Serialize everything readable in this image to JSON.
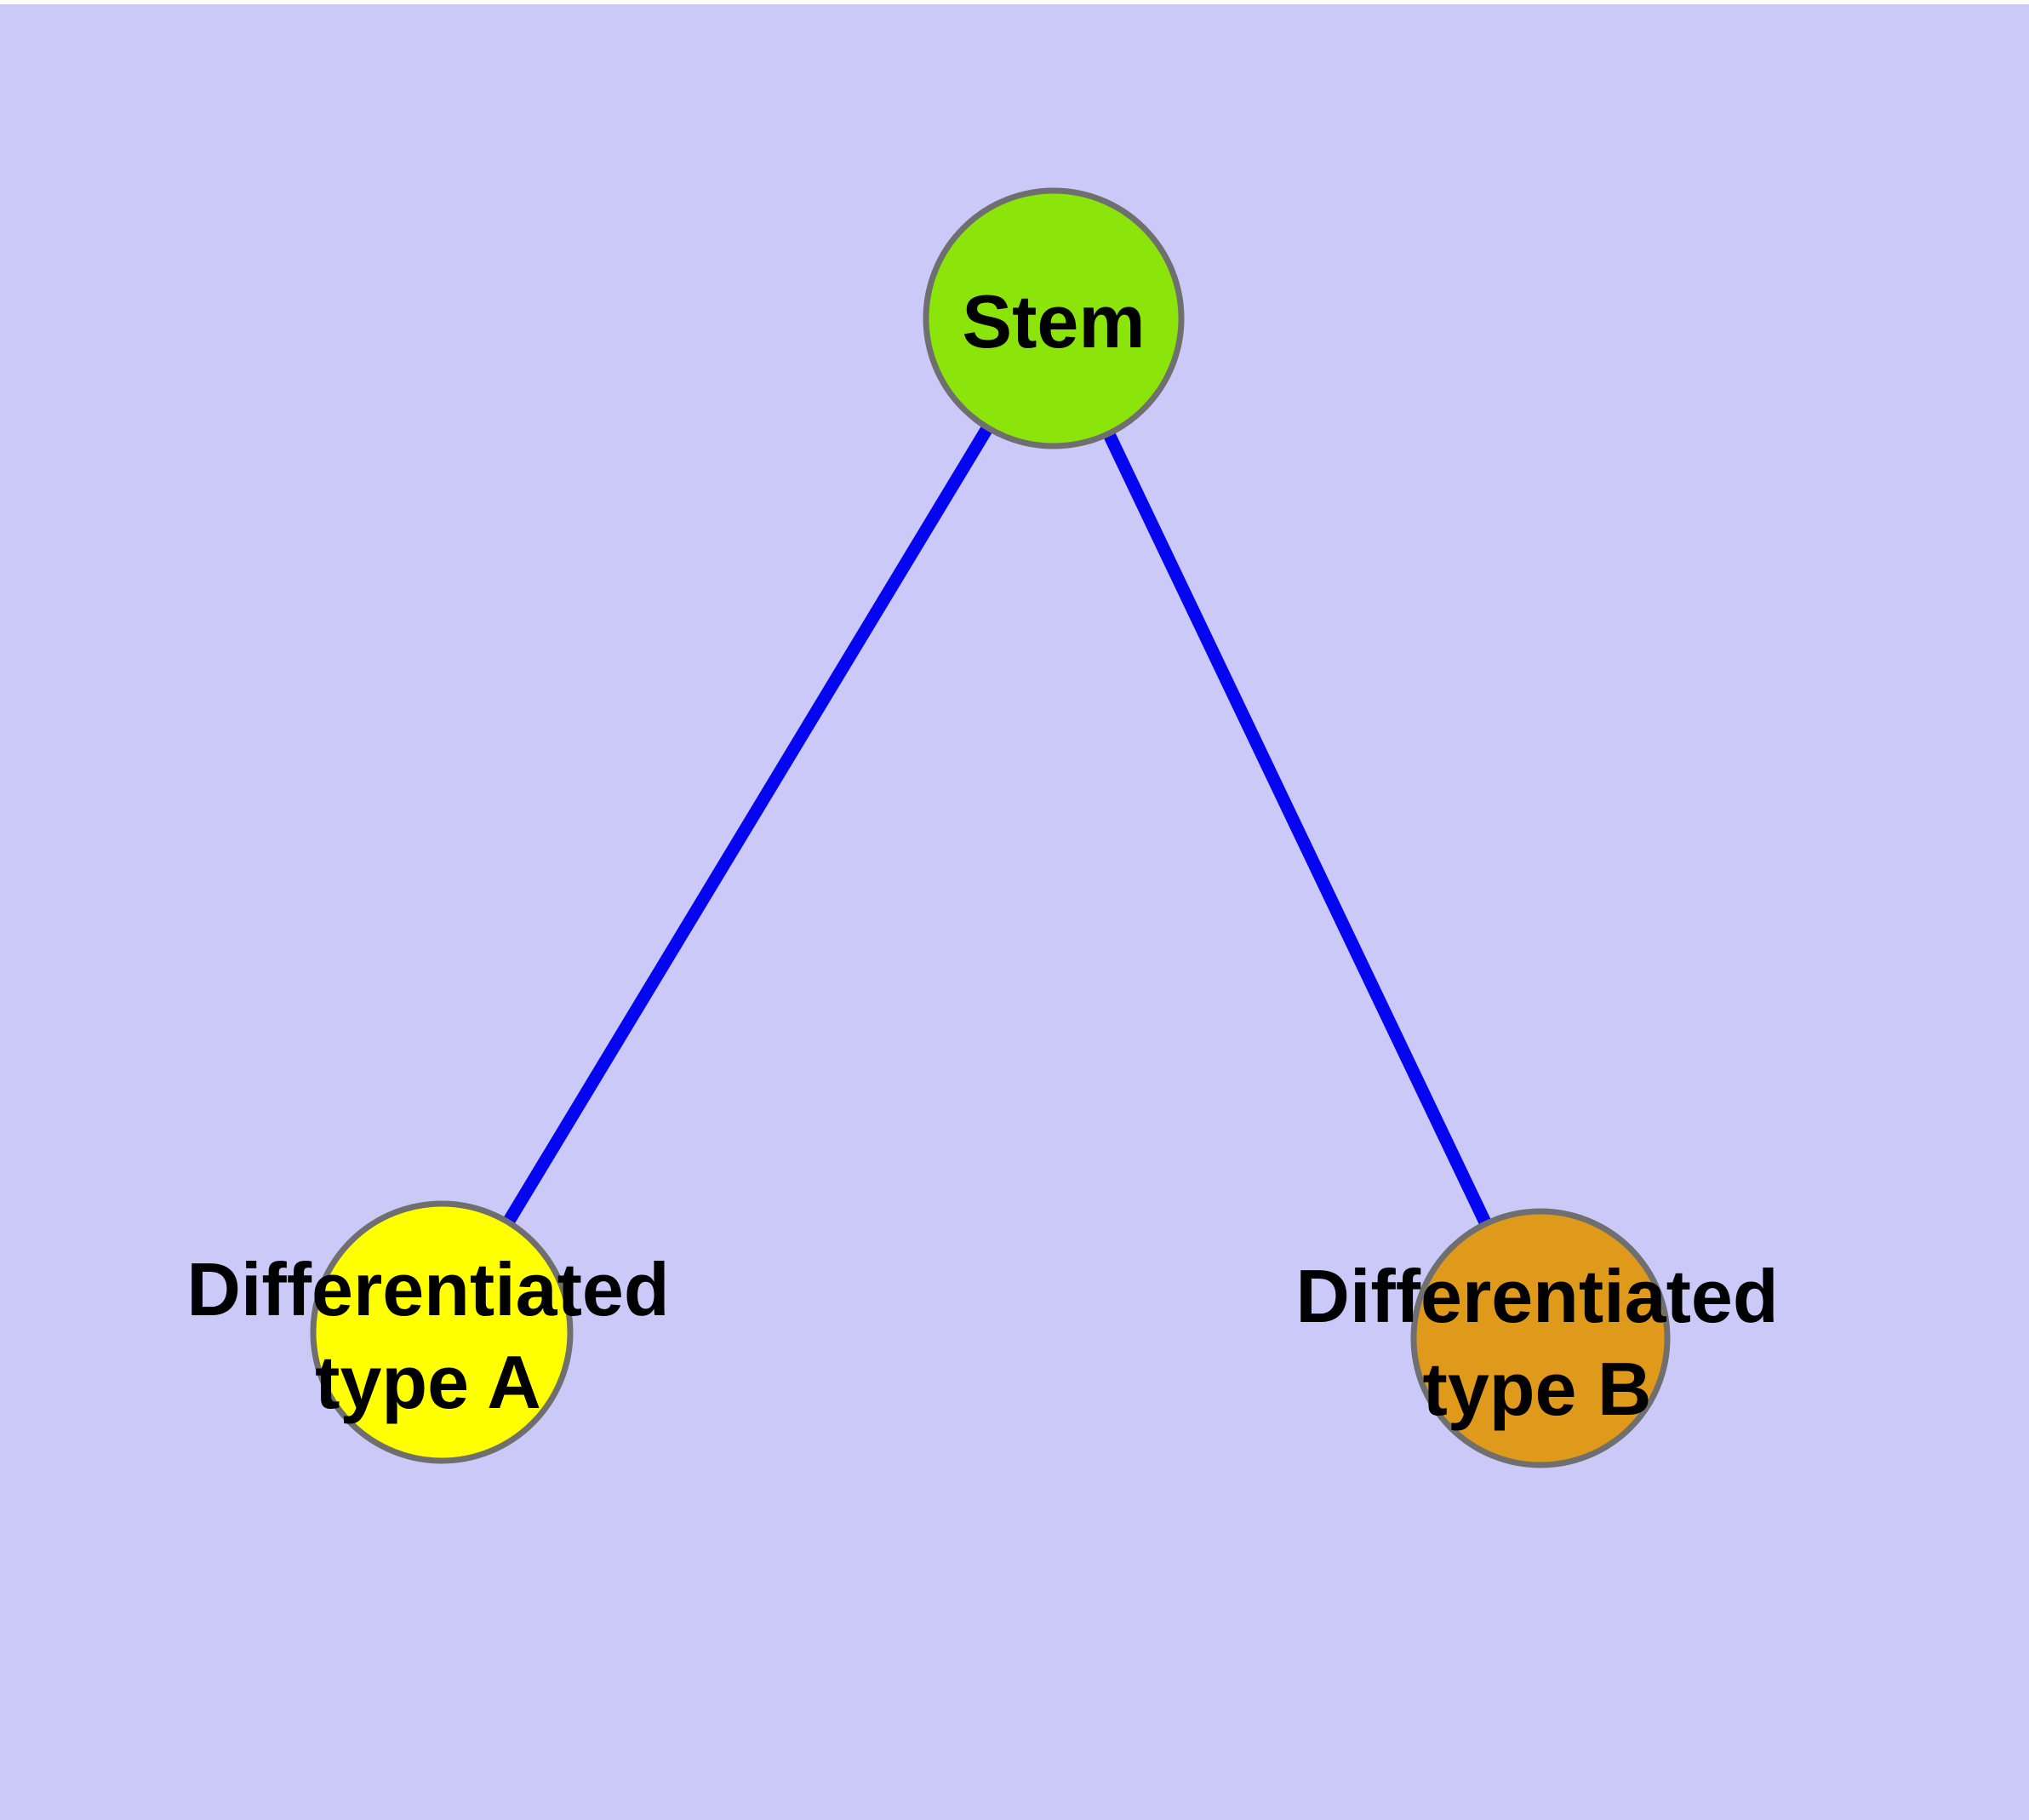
{
  "figure": {
    "kind": "cell-differentiation-graph"
  },
  "colors": {
    "page_top_strip": "#ffffff",
    "background": "#cac9f7",
    "edge": "#0505f0",
    "node_border": "#6f6f6f",
    "label_text": "#000000"
  },
  "nodes": [
    {
      "id": "stem",
      "label": "Stem",
      "lines": [
        "Stem"
      ],
      "fill": "#8ce50a"
    },
    {
      "id": "differentiated-type-a",
      "label": "Differentiated type A",
      "lines": [
        "Differentiated",
        "type A"
      ],
      "fill": "#ffff00"
    },
    {
      "id": "differentiated-type-b",
      "label": "Differentiated type B",
      "lines": [
        "Differentiated",
        "type B"
      ],
      "fill": "#e09a1b"
    }
  ],
  "edges": [
    {
      "from": "stem",
      "to": "differentiated-type-a"
    },
    {
      "from": "stem",
      "to": "differentiated-type-b"
    }
  ]
}
